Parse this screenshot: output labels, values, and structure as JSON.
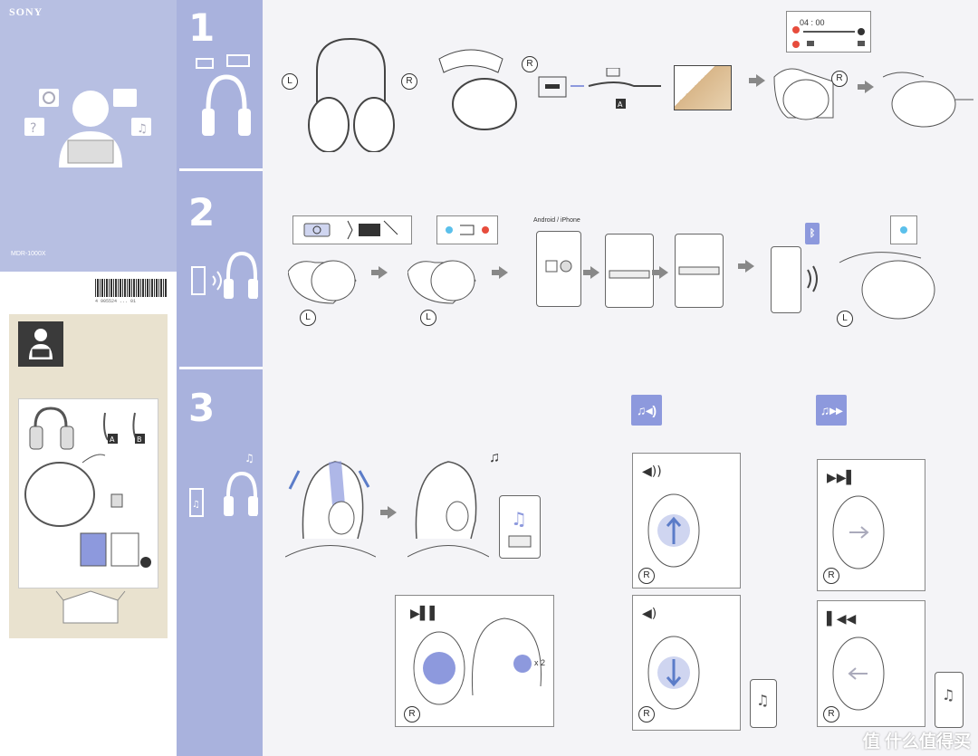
{
  "brand": "SONY",
  "model": "MDR-1000X",
  "steps": [
    {
      "num": "1"
    },
    {
      "num": "2"
    },
    {
      "num": "3"
    }
  ],
  "labels": {
    "L": "L",
    "R": "R",
    "A": "A",
    "B": "B"
  },
  "android_label": "Android / iPhone",
  "x2_label": "x 2",
  "timer_text": "04 : 00",
  "barcode_text": "4 905524 ... 01",
  "watermark": "值 什么值得买",
  "colors": {
    "blue_bg": "#b7bfe2",
    "accent": "#8d99dd",
    "beige": "#e9e2cf"
  }
}
